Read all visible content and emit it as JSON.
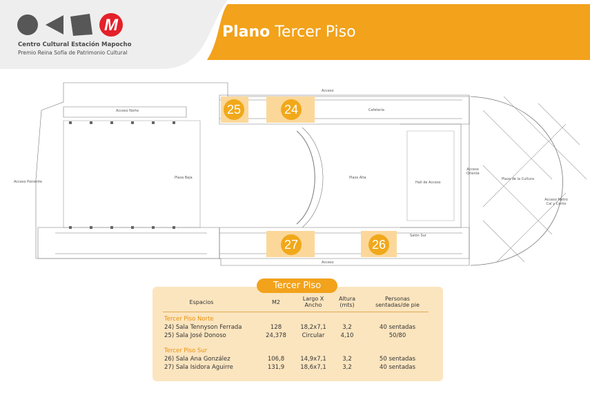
{
  "header": {
    "logo_title": "Centro Cultural Estación Mapocho",
    "logo_subtitle": "Premio Reina Sofía de Patrimonio Cultural",
    "title_bold": "Plano",
    "title_rest": "Tercer Piso",
    "colors": {
      "accent": "#f2a21b",
      "header_gray": "#eeeeee",
      "logo_red": "#e4202a",
      "logo_gray": "#575757"
    }
  },
  "plan": {
    "labels": {
      "acceso_norte": "Acceso Norte",
      "acceso_poniente": "Acceso Poniente",
      "plaza_baja": "Plaza Baja",
      "plaza_alta": "Plaza Alta",
      "hall_acceso": "Hall de Acceso",
      "plaza_cultura": "Plaza de la Cultura",
      "acceso_oriente": "Acceso Oriente",
      "acceso_metro": "Acceso Metro Cal y Canto",
      "salon_sur": "Salón Sur",
      "cafeteria": "Cafetería",
      "acceso_top": "Acceso",
      "acceso_bottom": "Acceso"
    },
    "rooms": [
      "25",
      "24",
      "27",
      "26"
    ]
  },
  "table": {
    "tab_label": "Tercer Piso",
    "headers": {
      "espacios": "Espacios",
      "m2": "M2",
      "largo_ancho": "Largo X Ancho",
      "altura": "Altura (mts)",
      "personas": "Personas sentadas/de pie"
    },
    "sections": [
      {
        "name": "Tercer Piso Norte",
        "rows": [
          {
            "espacio": "24) Sala Tennyson Ferrada",
            "m2": "128",
            "largo_ancho": "18,2x7,1",
            "altura": "3,2",
            "personas": "40 sentadas"
          },
          {
            "espacio": "25) Sala José Donoso",
            "m2": "24,378",
            "largo_ancho": "Circular",
            "altura": "4,10",
            "personas": "50/80"
          }
        ]
      },
      {
        "name": "Tercer Piso Sur",
        "rows": [
          {
            "espacio": "26) Sala Ana González",
            "m2": "106,8",
            "largo_ancho": "14,9x7,1",
            "altura": "3,2",
            "personas": "50 sentadas"
          },
          {
            "espacio": "27) Sala Isidora Aguirre",
            "m2": "131,9",
            "largo_ancho": "18,6x7,1",
            "altura": "3,2",
            "personas": "40 sentadas"
          }
        ]
      }
    ]
  }
}
